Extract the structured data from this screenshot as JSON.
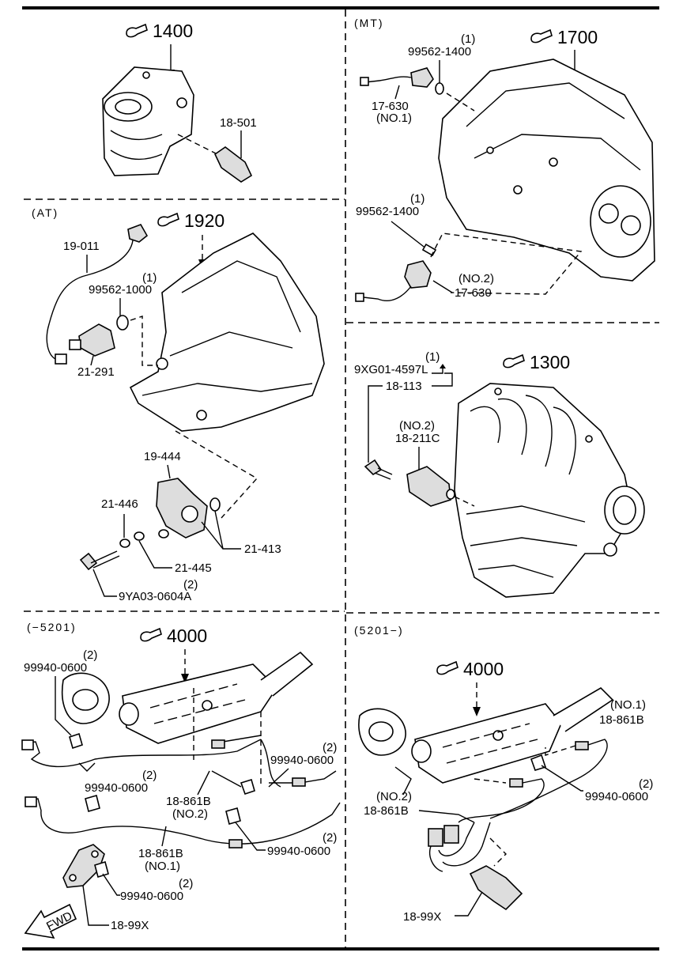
{
  "section_labels": {
    "mt": "(MT)",
    "at": "(AT)",
    "before_5201": "(−5201)",
    "after_5201": "(5201−)"
  },
  "references": {
    "r1400": "1400",
    "r1700": "1700",
    "r1920": "1920",
    "r1300": "1300",
    "r4000_left": "4000",
    "r4000_right": "4000"
  },
  "parts": {
    "p18_501": "18-501",
    "p99562_1400_a": "99562-1400",
    "p99562_1400_a_qty": "(1)",
    "p17_630_a": "17-630",
    "p17_630_a_note": "(NO.1)",
    "p99562_1400_b": "99562-1400",
    "p99562_1400_b_qty": "(1)",
    "p17_630_b": "17-630",
    "p17_630_b_note": "(NO.2)",
    "p19_011": "19-011",
    "p99562_1000": "99562-1000",
    "p99562_1000_qty": "(1)",
    "p21_291": "21-291",
    "p19_444": "19-444",
    "p21_446": "21-446",
    "p21_445": "21-445",
    "p21_413": "21-413",
    "p9ya03": "9YA03-0604A",
    "p9ya03_qty": "(2)",
    "p9xg01": "9XG01-4597L",
    "p9xg01_qty": "(1)",
    "p18_113": "18-113",
    "p18_211c": "18-211C",
    "p18_211c_note": "(NO.2)",
    "l99940_a": "99940-0600",
    "l99940_a_qty": "(2)",
    "l99940_b": "99940-0600",
    "l99940_b_qty": "(2)",
    "l99940_c": "99940-0600",
    "l99940_c_qty": "(2)",
    "l18_861b_a": "18-861B",
    "l18_861b_a_note": "(NO.2)",
    "l99940_d": "99940-0600",
    "l99940_d_qty": "(2)",
    "l18_861b_b": "18-861B",
    "l18_861b_b_note": "(NO.1)",
    "l99940_e": "99940-0600",
    "l99940_e_qty": "(2)",
    "l18_99x": "18-99X",
    "fwd": "FWD",
    "r18_861b_a": "18-861B",
    "r18_861b_a_note": "(NO.1)",
    "r99940": "99940-0600",
    "r99940_qty": "(2)",
    "r18_861b_b": "18-861B",
    "r18_861b_b_note": "(NO.2)",
    "r18_99x": "18-99X"
  }
}
